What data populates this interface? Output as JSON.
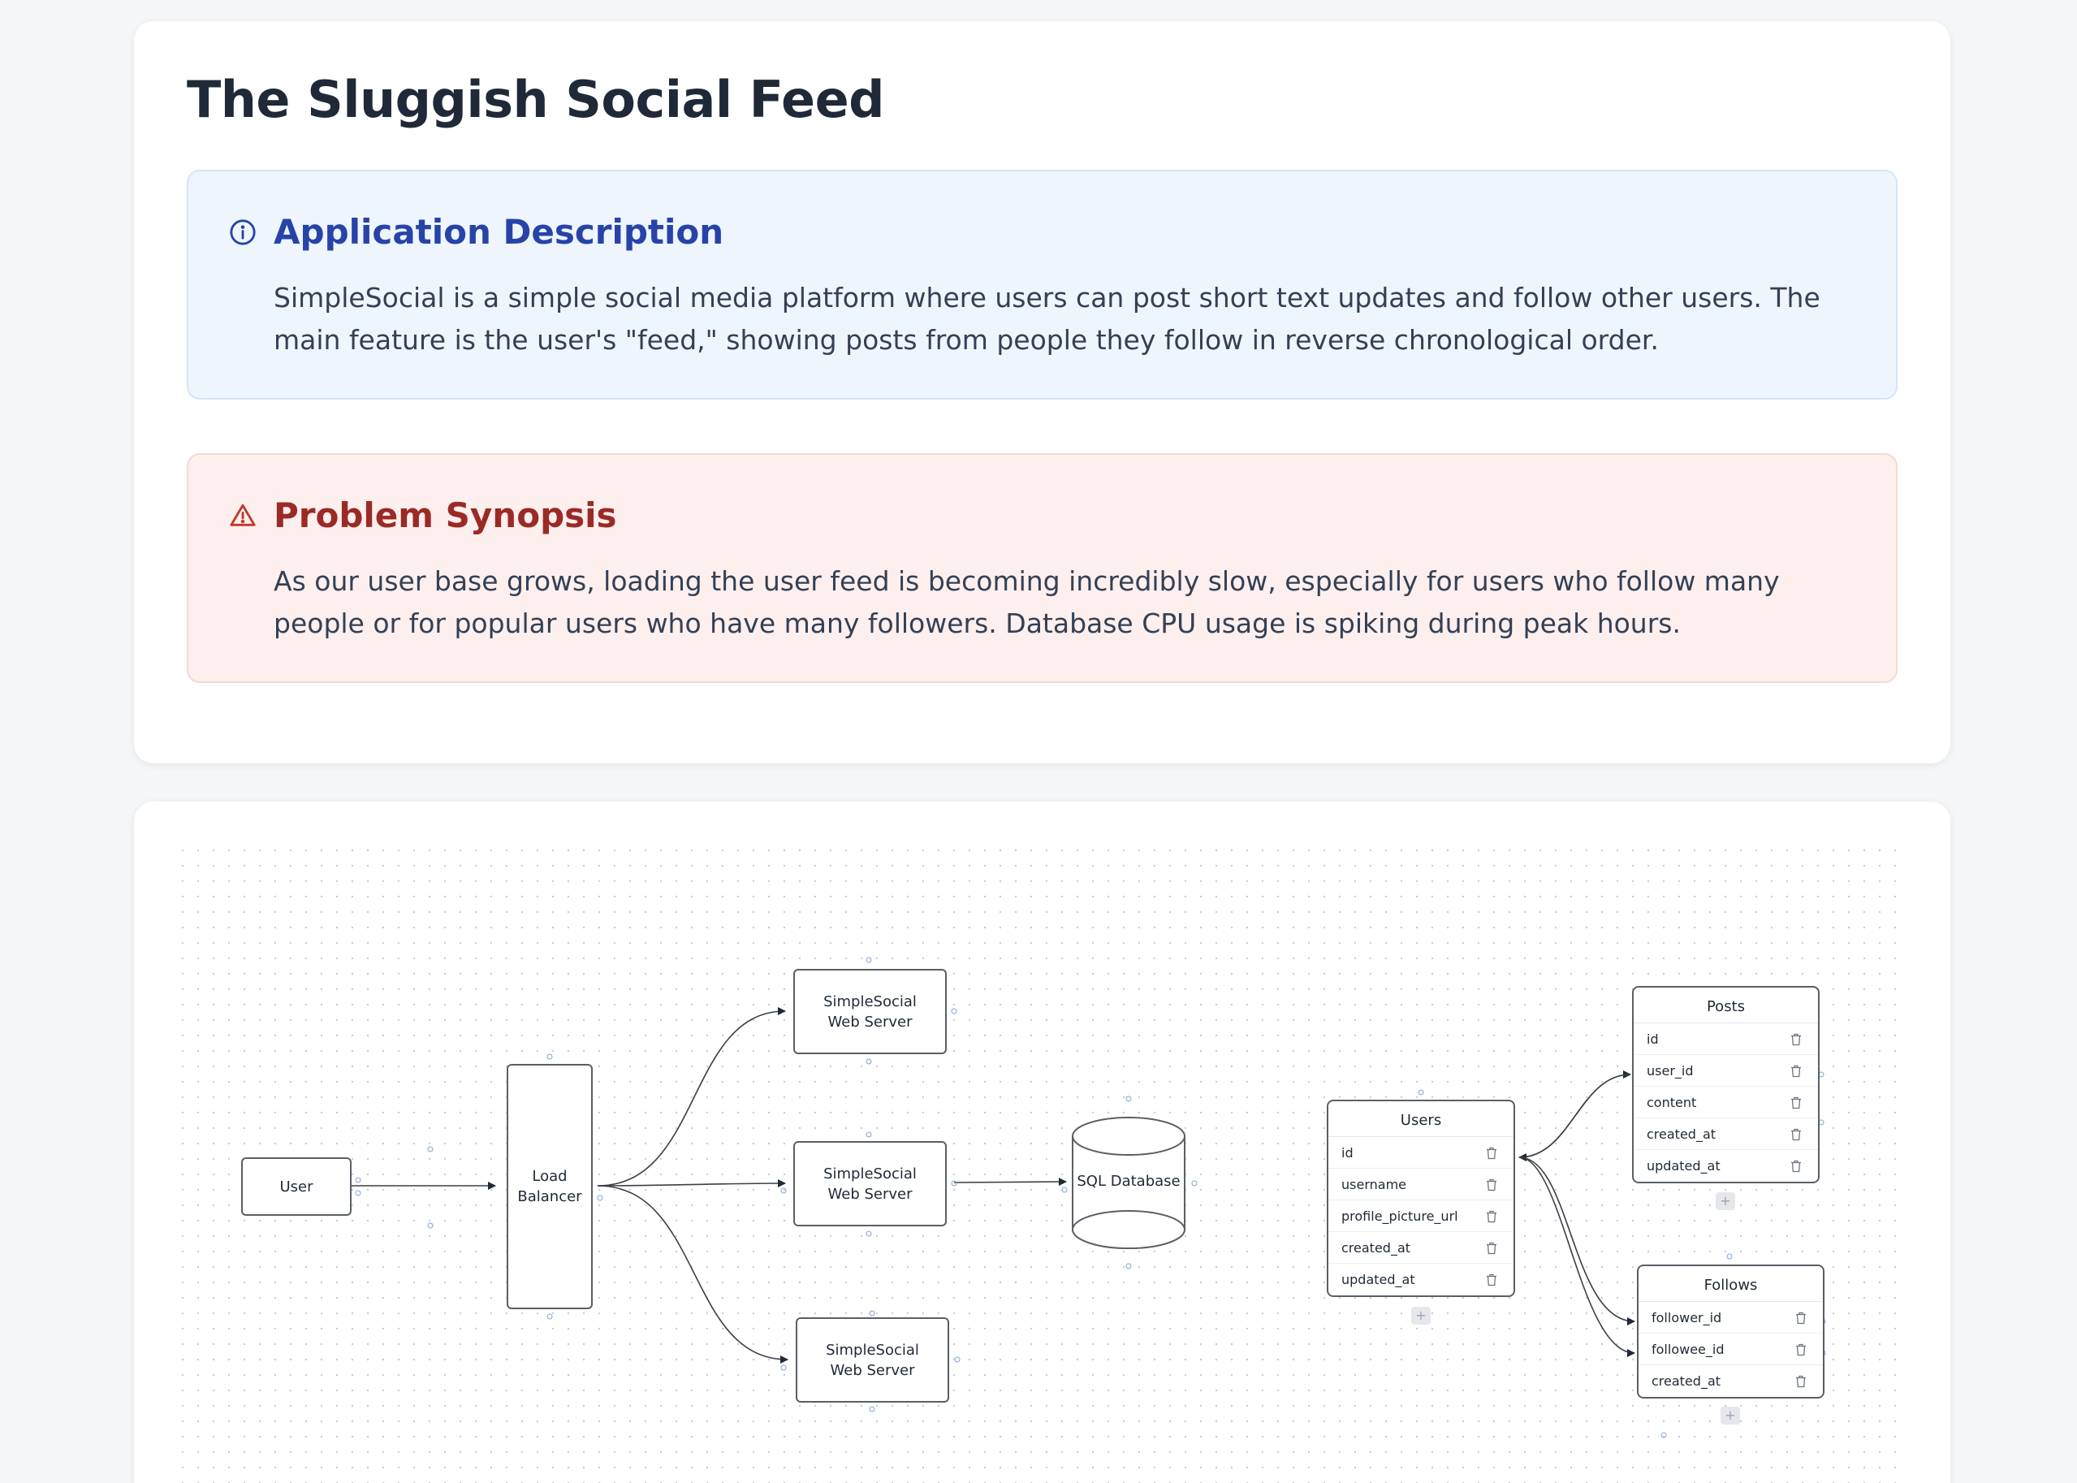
{
  "page": {
    "title": "The Sluggish Social Feed"
  },
  "description": {
    "heading": "Application Description",
    "icon": "info-icon",
    "body": "SimpleSocial is a simple social media platform where users can post short text updates and follow other users. The main feature is the user's \"feed,\" showing posts from people they follow in reverse chronological order."
  },
  "problem": {
    "heading": "Problem Synopsis",
    "icon": "warning-icon",
    "body": "As our user base grows, loading the user feed is becoming incredibly slow, especially for users who follow many people or for popular users who have many followers. Database CPU usage is spiking during peak hours."
  },
  "diagram": {
    "nodes": {
      "user": "User",
      "load_balancer_line1": "Load",
      "load_balancer_line2": "Balancer",
      "web_server_1_line1": "SimpleSocial",
      "web_server_1_line2": "Web Server",
      "web_server_2_line1": "SimpleSocial",
      "web_server_2_line2": "Web Server",
      "web_server_3_line1": "SimpleSocial",
      "web_server_3_line2": "Web Server",
      "database": "SQL Database"
    },
    "tables": {
      "users": {
        "title": "Users",
        "columns": [
          "id",
          "username",
          "profile_picture_url",
          "created_at",
          "updated_at"
        ]
      },
      "posts": {
        "title": "Posts",
        "columns": [
          "id",
          "user_id",
          "content",
          "created_at",
          "updated_at"
        ]
      },
      "follows": {
        "title": "Follows",
        "columns": [
          "follower_id",
          "followee_id",
          "created_at"
        ]
      }
    },
    "add_label": "+"
  },
  "colors": {
    "info_accent": "#2843a8",
    "danger_accent": "#9b2a26",
    "info_bg": "#eef5fd",
    "danger_bg": "#fcefee"
  }
}
